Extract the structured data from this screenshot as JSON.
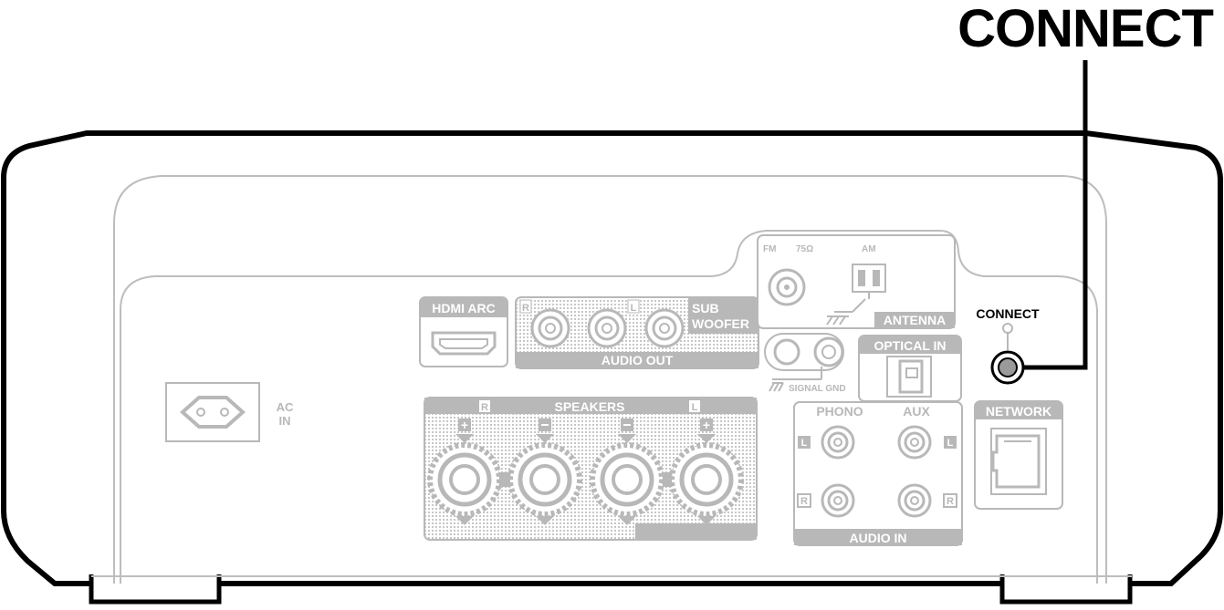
{
  "callout": {
    "title": "CONNECT"
  },
  "labels": {
    "ac_in_1": "AC",
    "ac_in_2": "IN",
    "hdmi_arc": "HDMI ARC",
    "audio_out": "AUDIO OUT",
    "sub_1": "SUB",
    "sub_2": "WOOFER",
    "r": "R",
    "l": "L",
    "speakers": "SPEAKERS",
    "fm": "FM",
    "ohm": "75Ω",
    "am": "AM",
    "antenna": "ANTENNA",
    "signal_gnd": "SIGNAL GND",
    "optical_in": "OPTICAL IN",
    "phono": "PHONO",
    "aux": "AUX",
    "audio_in": "AUDIO IN",
    "connect": "CONNECT",
    "network": "NETWORK"
  },
  "colors": {
    "panel_gray": "#b8b8b8",
    "outline_black": "#000000"
  }
}
